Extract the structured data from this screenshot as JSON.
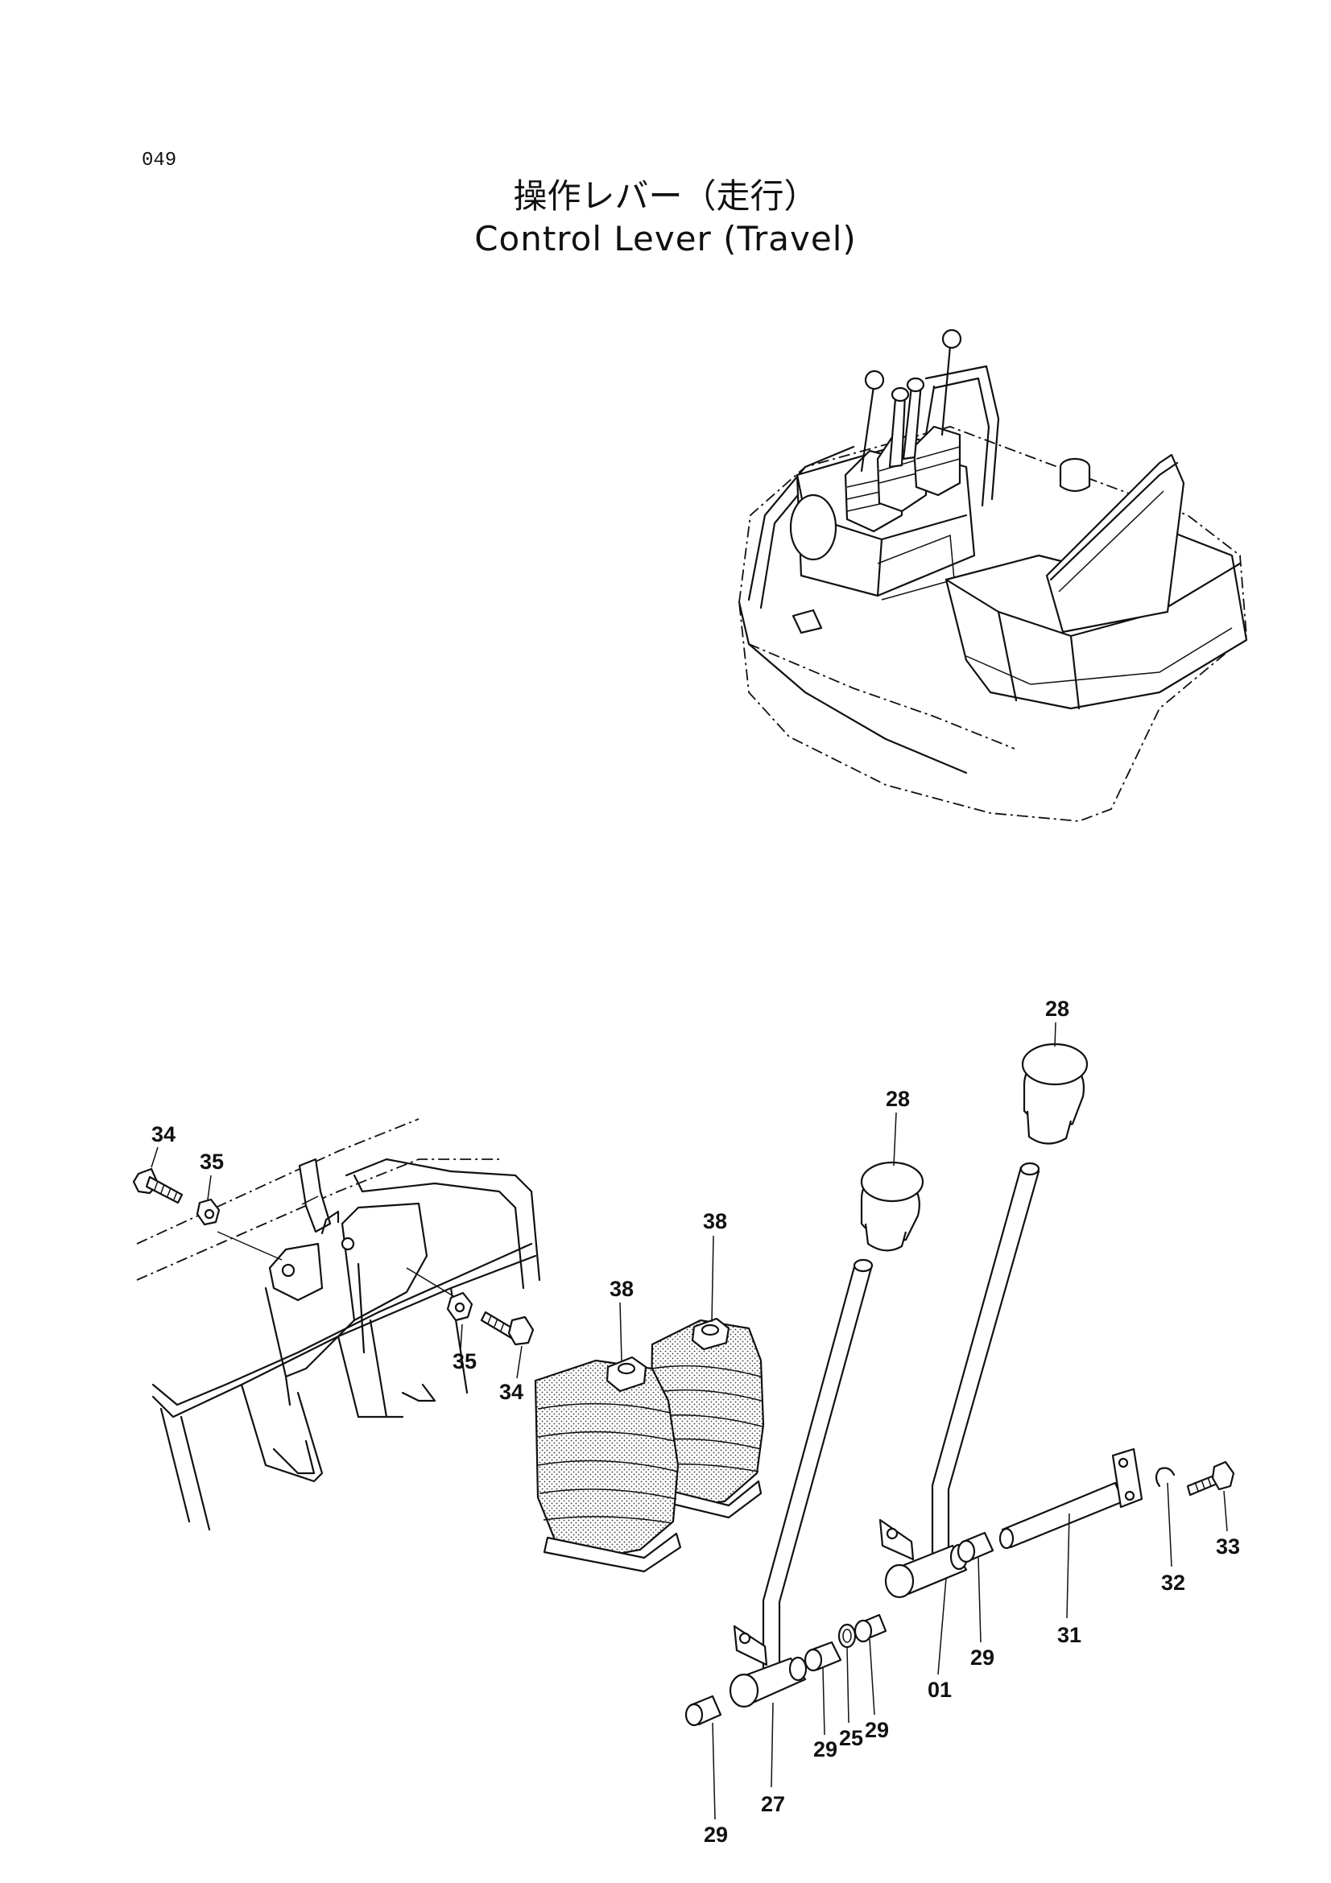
{
  "page_number": "049",
  "title_jp": "操作レバー（走行）",
  "title_en": "Control Lever (Travel)",
  "callouts": [
    {
      "id": "c34a",
      "label": "34"
    },
    {
      "id": "c35a",
      "label": "35"
    },
    {
      "id": "c35b",
      "label": "35"
    },
    {
      "id": "c34b",
      "label": "34"
    },
    {
      "id": "c38a",
      "label": "38"
    },
    {
      "id": "c38b",
      "label": "38"
    },
    {
      "id": "c28a",
      "label": "28"
    },
    {
      "id": "c28b",
      "label": "28"
    },
    {
      "id": "c33",
      "label": "33"
    },
    {
      "id": "c32",
      "label": "32"
    },
    {
      "id": "c31",
      "label": "31"
    },
    {
      "id": "c29a",
      "label": "29"
    },
    {
      "id": "c01",
      "label": "01"
    },
    {
      "id": "c29b",
      "label": "29"
    },
    {
      "id": "c25",
      "label": "25"
    },
    {
      "id": "c29c",
      "label": "29"
    },
    {
      "id": "c27",
      "label": "27"
    },
    {
      "id": "c29d",
      "label": "29"
    }
  ]
}
